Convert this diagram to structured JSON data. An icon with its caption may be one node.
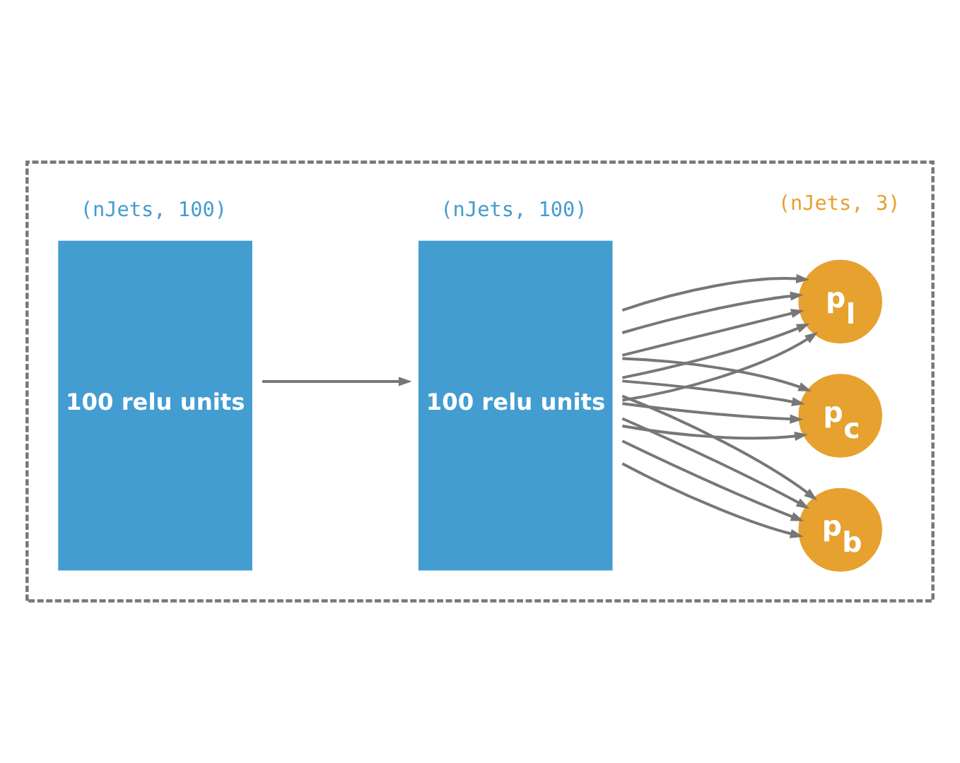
{
  "diagram": {
    "nodes": [
      {
        "text": [],
        "shape": "box"
      },
      {
        "text": [
          "100 relu units"
        ],
        "beside": [
          "(nJets, 100)"
        ],
        "in": 0
      },
      {
        "text": [
          "100 relu units"
        ],
        "beside": [
          "(nJets, 100)"
        ],
        "in": 0
      },
      {
        "text": [
          "p$_{l}$"
        ],
        "in": 0
      },
      {
        "text": [
          "p$_{c}$"
        ],
        "in": 0
      },
      {
        "text": [
          "p$_{b}$"
        ],
        "in": 0
      }
    ],
    "edges": [
      {
        "from": 1,
        "to": 2,
        "arrow": "to"
      },
      {
        "from": 2,
        "to": 3,
        "arrow": "to"
      },
      {
        "from": 2,
        "to": 4,
        "arrow": "to"
      },
      {
        "from": 2,
        "to": 5,
        "arrow": "to"
      },
      {
        "from": 2,
        "to": 3,
        "arrow": "to"
      },
      {
        "from": 2,
        "to": 4,
        "arrow": "to"
      },
      {
        "from": 2,
        "to": 5,
        "arrow": "to"
      },
      {
        "from": 2,
        "to": 3,
        "arrow": "to"
      },
      {
        "from": 2,
        "to": 4,
        "arrow": "to"
      },
      {
        "from": 2,
        "to": 5,
        "arrow": "to"
      },
      {
        "from": 2,
        "to": 3,
        "arrow": "to"
      },
      {
        "from": 2,
        "to": 3,
        "arrow": "to"
      },
      {
        "from": 2,
        "to": 4,
        "arrow": "to"
      },
      {
        "from": 2,
        "to": 5,
        "arrow": "to"
      }
    ],
    "labels": [
      "(nJets, 3)"
    ]
  }
}
